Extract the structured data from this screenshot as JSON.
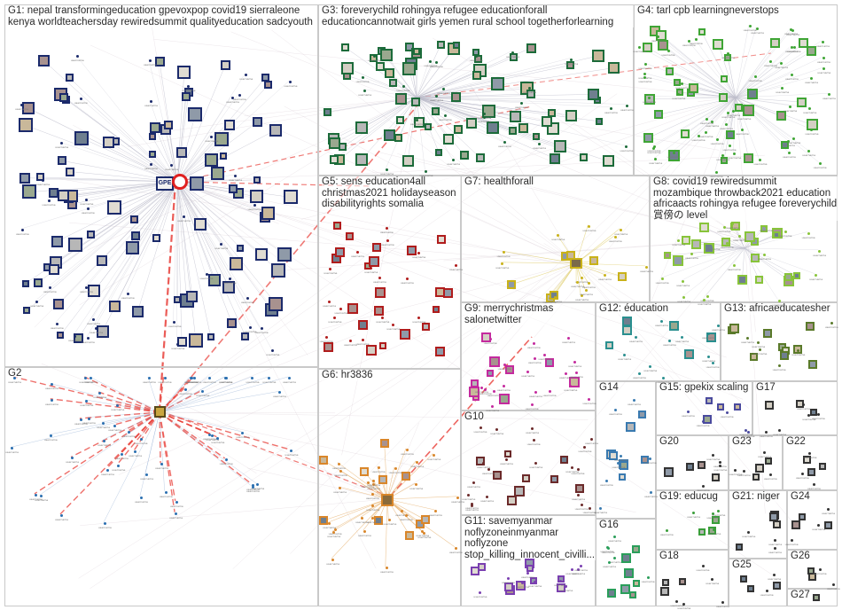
{
  "groups": [
    {
      "id": "G1",
      "label": "G1: nepal transformingeducation gpevoxpop covid19 sierraleone kenya worldteachersday rewiredsummit qualityeducation sadcyouth",
      "color": "#1b2a6b"
    },
    {
      "id": "G2",
      "label": "G2",
      "color": "#2a6fb0"
    },
    {
      "id": "G3",
      "label": "G3: foreverychild rohingya refugee educationforall educationcannotwait girls yemen rural school togetherforlearning",
      "color": "#1c6b3a"
    },
    {
      "id": "G4",
      "label": "G4: tarl cpb learningneverstops",
      "color": "#3fa535"
    },
    {
      "id": "G5",
      "label": "G5: sens education4all christmas2021 holidayseason disabilityrights somalia",
      "color": "#b01c1c"
    },
    {
      "id": "G6",
      "label": "G6: hr3836",
      "color": "#d9862a"
    },
    {
      "id": "G7",
      "label": "G7: healthforall",
      "color": "#c9b21a"
    },
    {
      "id": "G8",
      "label": "G8: covid19 rewiredsummit mozambique throwback2021 education africaacts rohingya refugee foreverychild 賞傍の level",
      "color": "#88c43a"
    },
    {
      "id": "G9",
      "label": "G9: merrychristmas salonetwitter",
      "color": "#c42a9e"
    },
    {
      "id": "G10",
      "label": "G10",
      "color": "#6b2a2a"
    },
    {
      "id": "G11",
      "label": "G11: savemyanmar noflyzoneinmyanmar noflyzone stop_killing_innocent_civilli...",
      "color": "#7a3fb0"
    },
    {
      "id": "G12",
      "label": "G12: éducation",
      "color": "#2a8f8f"
    },
    {
      "id": "G13",
      "label": "G13: africaeducatesher",
      "color": "#5a7a2a"
    },
    {
      "id": "G14",
      "label": "G14",
      "color": "#3a7ab0"
    },
    {
      "id": "G15",
      "label": "G15: gpekix scaling",
      "color": "#4a4a9e"
    },
    {
      "id": "G16",
      "label": "G16",
      "color": "#2a9e5a"
    },
    {
      "id": "G17",
      "label": "G17",
      "color": "#333333"
    },
    {
      "id": "G18",
      "label": "G18",
      "color": "#333333"
    },
    {
      "id": "G19",
      "label": "G19: educug",
      "color": "#3a9e3a"
    },
    {
      "id": "G20",
      "label": "G20",
      "color": "#333333"
    },
    {
      "id": "G21",
      "label": "G21: niger",
      "color": "#333333"
    },
    {
      "id": "G22",
      "label": "G22",
      "color": "#333333"
    },
    {
      "id": "G23",
      "label": "G23",
      "color": "#333333"
    },
    {
      "id": "G24",
      "label": "G24",
      "color": "#333333"
    },
    {
      "id": "G25",
      "label": "G25",
      "color": "#333333"
    },
    {
      "id": "G26",
      "label": "G26",
      "color": "#333333"
    },
    {
      "id": "G27",
      "label": "G27",
      "color": "#333333"
    }
  ],
  "hub_badge": "GPE",
  "edge_colors": {
    "internal": "#b8b8c8",
    "highlight": "#e8403a"
  },
  "node_label_placeholder": "username"
}
